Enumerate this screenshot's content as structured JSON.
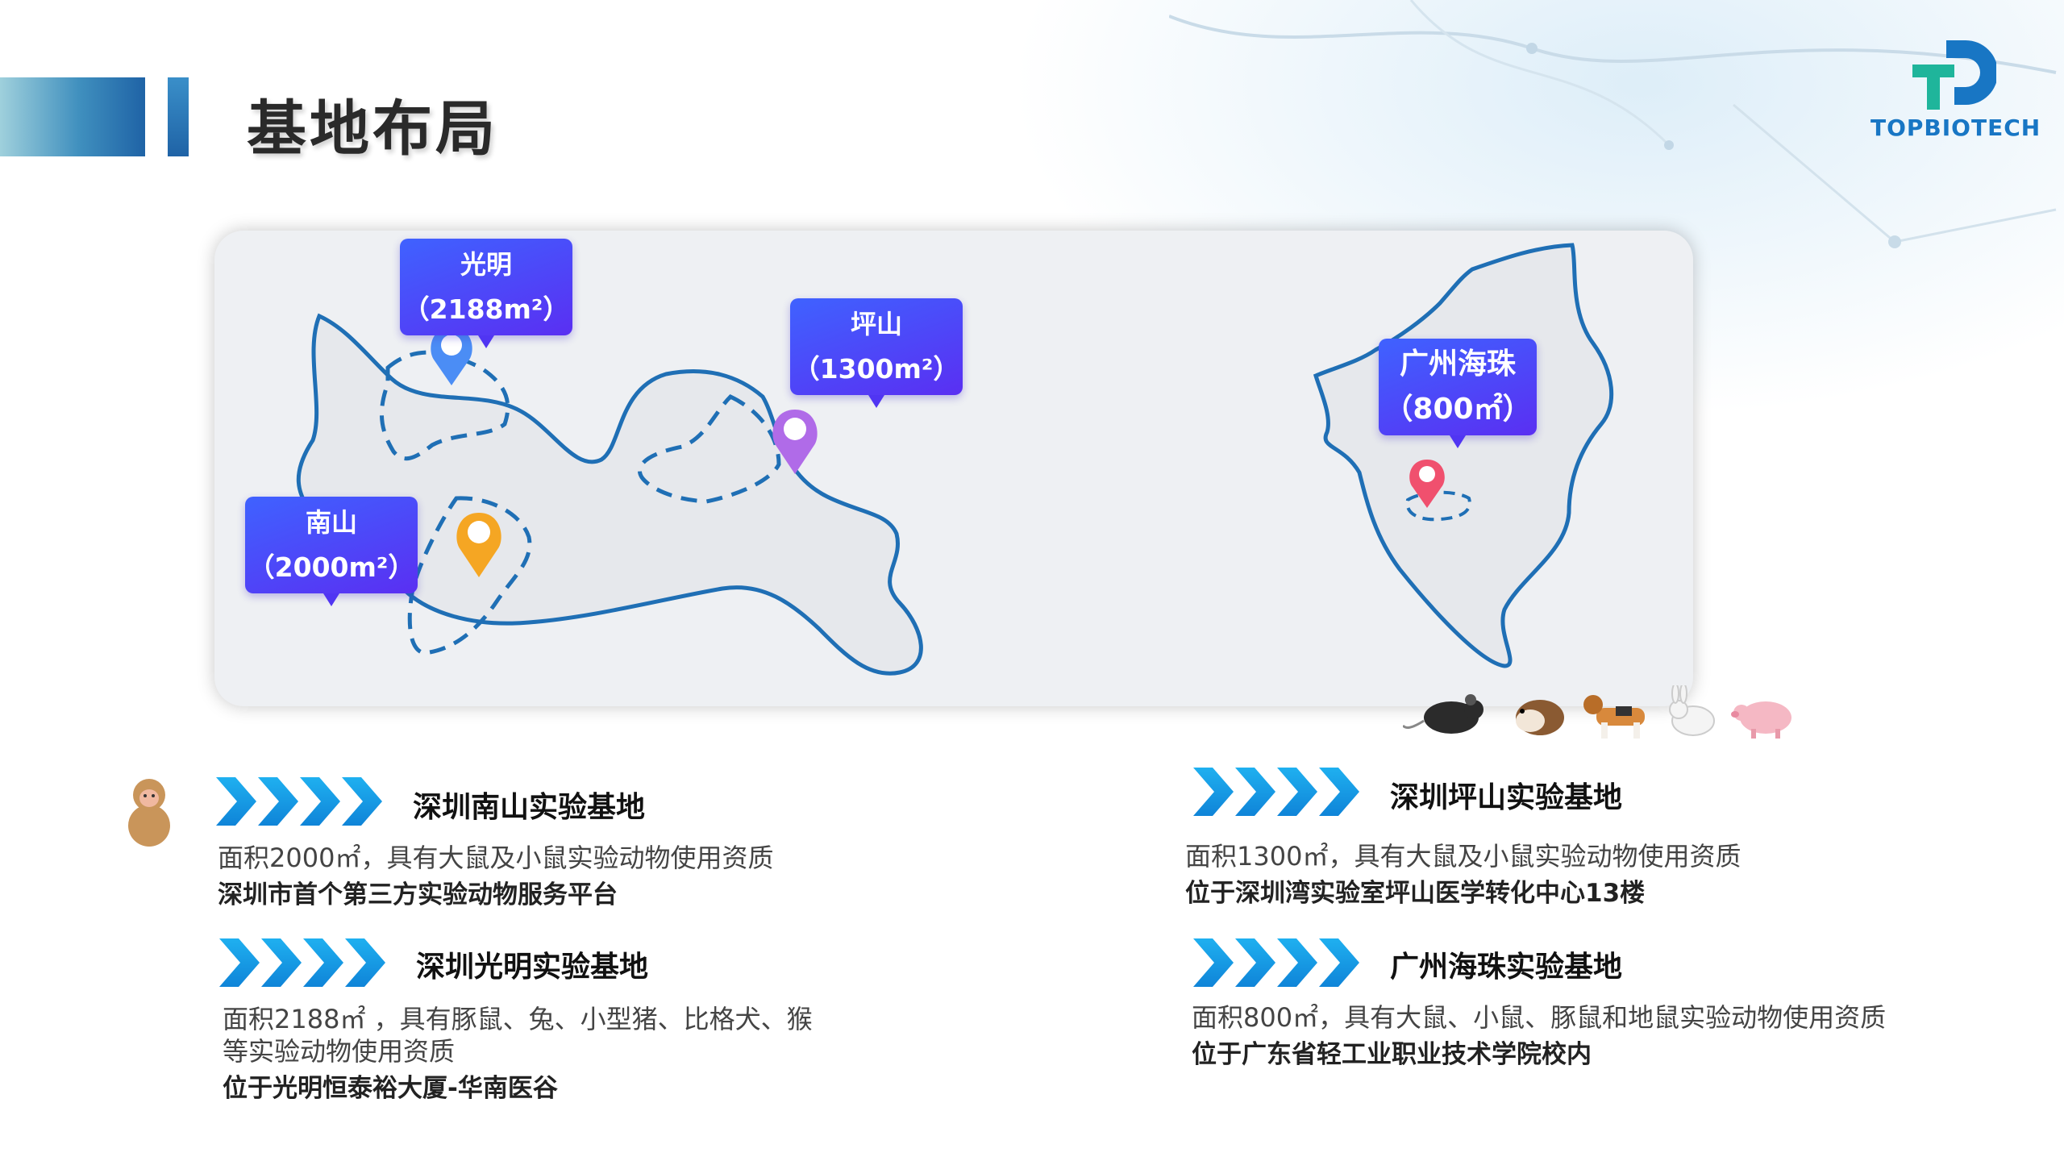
{
  "title": "基地布局",
  "logo": {
    "text": "TOPBIOTECH",
    "colors": {
      "teal": "#1fb59b",
      "blue": "#1876c4"
    }
  },
  "map_labels": {
    "guangming": {
      "name": "光明",
      "area": "（2188m²）"
    },
    "pingshan": {
      "name": "坪山",
      "area": "（1300m²）"
    },
    "nanshan": {
      "name": "南山",
      "area": "（2000m²）"
    },
    "haizhu": {
      "name": "广州海珠",
      "area": "（800㎡）"
    }
  },
  "pin_colors": {
    "guangming": "#4b8df5",
    "pingshan": "#b06be8",
    "nanshan": "#f5a623",
    "haizhu": "#f0506e"
  },
  "animal_icons": [
    "mouse-icon",
    "guinea-pig-icon",
    "beagle-icon",
    "rabbit-icon",
    "pig-icon",
    "monkey-icon"
  ],
  "sections": {
    "nanshan": {
      "title": "深圳南山实验基地",
      "desc": "面积2000㎡，具有大鼠及小鼠实验动物使用资质",
      "note": "深圳市首个第三方实验动物服务平台"
    },
    "guangming": {
      "title": "深圳光明实验基地",
      "desc_line1": "面积2188㎡ ，具有豚鼠、兔、小型猪、比格犬、猴",
      "desc_line2": "等实验动物使用资质",
      "note": "位于光明恒泰裕大厦-华南医谷"
    },
    "pingshan": {
      "title": "深圳坪山实验基地",
      "desc": "面积1300㎡，具有大鼠及小鼠实验动物使用资质",
      "note": "位于深圳湾实验室坪山医学转化中心13楼"
    },
    "haizhu": {
      "title": "广州海珠实验基地",
      "desc": "面积800㎡，具有大鼠、小鼠、豚鼠和地鼠实验动物使用资质",
      "note": "位于广东省轻工业职业技术学院校内"
    }
  },
  "colors": {
    "accent": "#1aa3e8",
    "map_outline": "#1f6fb5",
    "callout": "#4a3ff5"
  }
}
